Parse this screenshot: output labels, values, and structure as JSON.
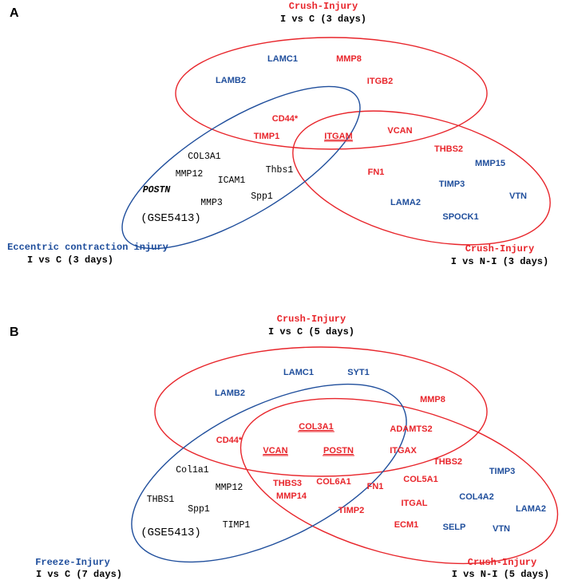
{
  "panel_a": {
    "label": "A",
    "set_crush_ic": {
      "title": "Crush-Injury",
      "subtitle": "I vs C (3 days)"
    },
    "set_crush_ini": {
      "title": "Crush-Injury",
      "subtitle": "I vs N-I (3 days)"
    },
    "set_eccentric": {
      "title": "Eccentric contraction injury",
      "subtitle": "I vs C (3 days)"
    },
    "dataset": "(GSE5413)",
    "genes": {
      "lamc1": "LAMC1",
      "mmp8": "MMP8",
      "lamb2": "LAMB2",
      "itgb2": "ITGB2",
      "cd44": "CD44*",
      "timp1": "TIMP1",
      "itgam": "ITGAM",
      "vcan": "VCAN",
      "thbs2": "THBS2",
      "mmp15": "MMP15",
      "fn1": "FN1",
      "timp3": "TIMP3",
      "lama2": "LAMA2",
      "vtn": "VTN",
      "spock1": "SPOCK1",
      "col3a1": "COL3A1",
      "mmp12": "MMP12",
      "icam1": "ICAM1",
      "thbs1": "Thbs1",
      "postn": "POSTN",
      "mmp3": "MMP3",
      "spp1": "Spp1"
    }
  },
  "panel_b": {
    "label": "B",
    "set_crush_ic": {
      "title": "Crush-Injury",
      "subtitle": "I vs C (5 days)"
    },
    "set_crush_ini": {
      "title": "Crush-Injury",
      "subtitle": "I vs N-I (5 days)"
    },
    "set_freeze": {
      "title": "Freeze-Injury",
      "subtitle": "I vs C (7 days)"
    },
    "dataset": "(GSE5413)",
    "genes": {
      "lamc1": "LAMC1",
      "syt1": "SYT1",
      "lamb2": "LAMB2",
      "mmp8": "MMP8",
      "col3a1": "COL3A1",
      "adamts2": "ADAMTS2",
      "cd44": "CD44*",
      "vcan": "VCAN",
      "postn": "POSTN",
      "itgax": "ITGAX",
      "thbs2": "THBS2",
      "timp3": "TIMP3",
      "col1a1": "Col1a1",
      "mmp12": "MMP12",
      "thbs3": "THBS3",
      "col6a1": "COL6A1",
      "fn1": "FN1",
      "col5a1": "COL5A1",
      "thbs1": "THBS1",
      "mmp14": "MMP14",
      "col4a2": "COL4A2",
      "spp1": "Spp1",
      "timp2": "TIMP2",
      "itgal": "ITGAL",
      "lama2": "LAMA2",
      "timp1": "TIMP1",
      "ecm1": "ECM1",
      "selp": "SELP",
      "vtn": "VTN"
    }
  },
  "colors": {
    "red": "#e8252b",
    "blue": "#1f4e9c",
    "black": "#000000"
  }
}
